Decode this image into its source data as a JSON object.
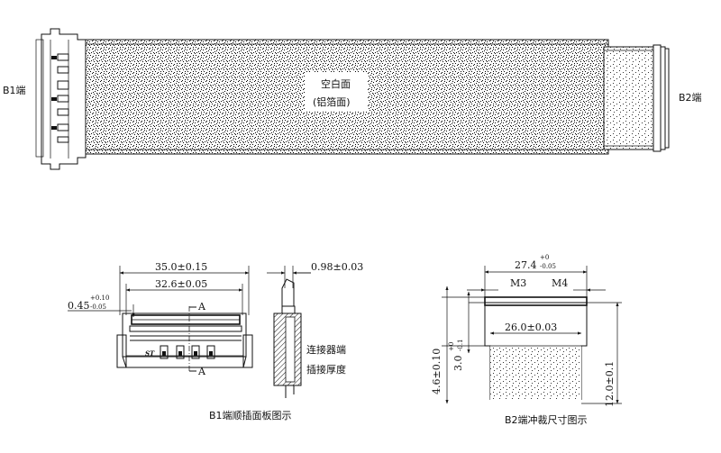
{
  "top_view": {
    "label_b1": "B1端",
    "label_b2": "B2端",
    "center_line1": "空白面",
    "center_line2": "(铝箔面)"
  },
  "b1_view": {
    "dim_outer": "35.0±0.15",
    "dim_inner": "32.6±0.05",
    "dim_edge_base": "0.45",
    "dim_edge_upper": "+0.10",
    "dim_edge_lower": "-0.05",
    "section_mark_top": "A",
    "section_mark_bottom": "A",
    "logo_text": "ST",
    "caption": "B1端顺插面板图示"
  },
  "section_view": {
    "dim_thickness": "0.98±0.03",
    "note_line1": "连接器端",
    "note_line2": "插接厚度"
  },
  "b2_view": {
    "dim_top_base": "27.4",
    "dim_top_upper": "+0",
    "dim_top_lower": "-0.05",
    "label_m3": "M3",
    "label_m4": "M4",
    "dim_inner": "26.0±0.03",
    "dim_left_outer": "4.6±0.10",
    "dim_left_inner_base": "3.0",
    "dim_left_inner_upper": "+0",
    "dim_left_inner_lower": "-0.1",
    "dim_right": "12.0±0.1",
    "caption": "B2端冲裁尺寸图示"
  }
}
